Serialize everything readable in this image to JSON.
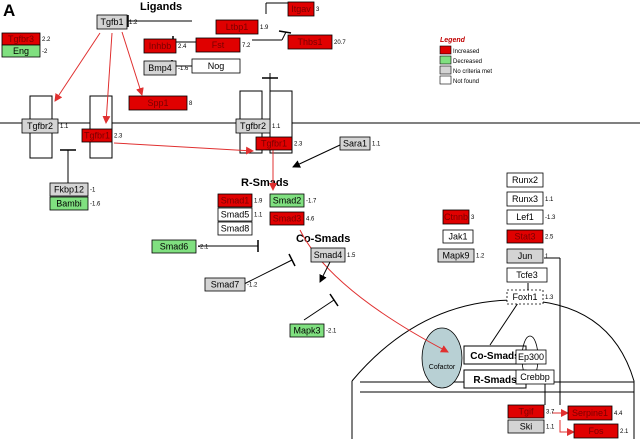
{
  "figure_label": "A",
  "titles": {
    "ligands": "Ligands",
    "r_smads": "R-Smads",
    "co_smads": "Co-Smads"
  },
  "legend": {
    "title": "Legend",
    "items": [
      {
        "label": "Increased",
        "color": "#e00000"
      },
      {
        "label": "Decreased",
        "color": "#80e080"
      },
      {
        "label": "No criteria met",
        "color": "#d4d4d4"
      },
      {
        "label": "Not found",
        "color": "#ffffff"
      }
    ]
  },
  "colors": {
    "increased": "#e00000",
    "decreased": "#80e080",
    "no_criteria": "#d4d4d4",
    "not_found": "#ffffff",
    "arrow": "#e03030"
  },
  "genes": [
    {
      "name": "Tgfb1",
      "value": "1.2",
      "status": "no_criteria"
    },
    {
      "name": "Tgfbr3",
      "value": "2.2",
      "status": "increased"
    },
    {
      "name": "Eng",
      "value": "-2",
      "status": "decreased"
    },
    {
      "name": "Itgav",
      "value": "3",
      "status": "increased"
    },
    {
      "name": "Ltbp1",
      "value": "1.9",
      "status": "increased"
    },
    {
      "name": "Inhbb",
      "value": "2.4",
      "status": "increased"
    },
    {
      "name": "Fst",
      "value": "7.2",
      "status": "increased"
    },
    {
      "name": "Thbs1",
      "value": "20.7",
      "status": "increased"
    },
    {
      "name": "Bmp4",
      "value": "-1.6",
      "status": "no_criteria"
    },
    {
      "name": "Nog",
      "value": "",
      "status": "not_found"
    },
    {
      "name": "Spp1",
      "value": "8",
      "status": "increased"
    },
    {
      "name": "Tgfbr2",
      "value": "1.1",
      "status": "no_criteria"
    },
    {
      "name": "Tgfbr1",
      "value": "2.3",
      "status": "increased"
    },
    {
      "name": "Tgfbr2",
      "value": "1.1",
      "status": "no_criteria"
    },
    {
      "name": "Tgfbr1",
      "value": "2.3",
      "status": "increased"
    },
    {
      "name": "Sara1",
      "value": "1.1",
      "status": "no_criteria"
    },
    {
      "name": "Fkbp12",
      "value": "-1",
      "status": "no_criteria"
    },
    {
      "name": "Bambi",
      "value": "-1.6",
      "status": "decreased"
    },
    {
      "name": "Smad1",
      "value": "1.9",
      "status": "increased"
    },
    {
      "name": "Smad2",
      "value": "-1.7",
      "status": "decreased"
    },
    {
      "name": "Smad5",
      "value": "1.1",
      "status": "not_found"
    },
    {
      "name": "Smad3",
      "value": "4.6",
      "status": "increased"
    },
    {
      "name": "Smad8",
      "value": "",
      "status": "not_found"
    },
    {
      "name": "Smad6",
      "value": "-2.1",
      "status": "decreased"
    },
    {
      "name": "Smad4",
      "value": "1.5",
      "status": "no_criteria"
    },
    {
      "name": "Smad7",
      "value": "-1.2",
      "status": "no_criteria"
    },
    {
      "name": "Mapk3",
      "value": "-2.1",
      "status": "decreased"
    },
    {
      "name": "Runx2",
      "value": "",
      "status": "not_found"
    },
    {
      "name": "Runx3",
      "value": "1.1",
      "status": "not_found"
    },
    {
      "name": "Ctnnb",
      "value": "3",
      "status": "increased"
    },
    {
      "name": "Lef1",
      "value": "-1.3",
      "status": "not_found"
    },
    {
      "name": "Jak1",
      "value": "",
      "status": "not_found"
    },
    {
      "name": "Stat3",
      "value": "2.5",
      "status": "increased"
    },
    {
      "name": "Mapk9",
      "value": "1.2",
      "status": "no_criteria"
    },
    {
      "name": "Jun",
      "value": "1",
      "status": "no_criteria"
    },
    {
      "name": "Tcfe3",
      "value": "",
      "status": "not_found"
    },
    {
      "name": "Foxh1",
      "value": "1.3",
      "status": "not_found"
    },
    {
      "name": "Ep300",
      "value": "",
      "status": "not_found"
    },
    {
      "name": "Crebbp",
      "value": "",
      "status": "not_found"
    },
    {
      "name": "Tgif",
      "value": "3.7",
      "status": "increased"
    },
    {
      "name": "Ski",
      "value": "1.1",
      "status": "no_criteria"
    },
    {
      "name": "Serpine1",
      "value": "4.4",
      "status": "increased"
    },
    {
      "name": "Fos",
      "value": "2.1",
      "status": "increased"
    }
  ],
  "complex": {
    "co_smads": "Co-Smads",
    "r_smads": "R-Smads",
    "cofactor": "Cofactor"
  }
}
